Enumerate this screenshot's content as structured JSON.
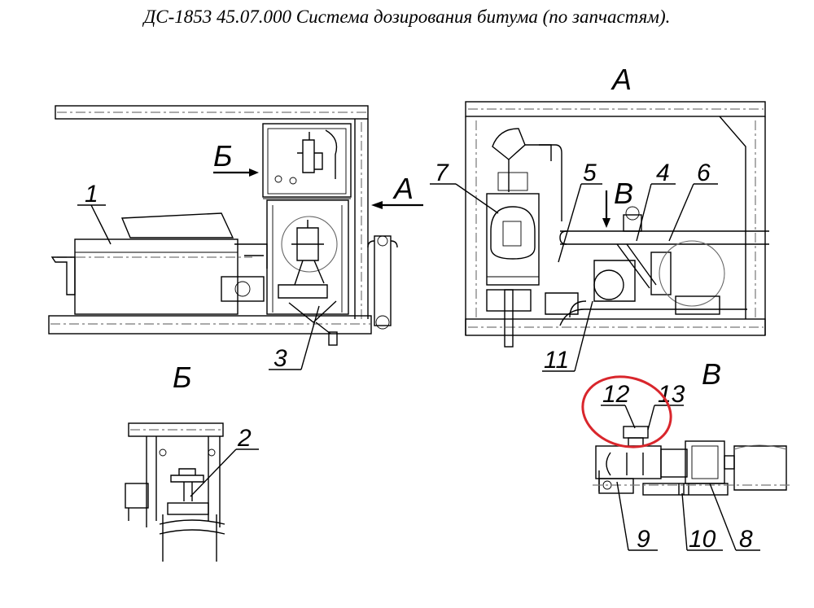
{
  "title": "ДС-1853 45.07.000 Система дозирования битума (по запчастям).",
  "view_labels": {
    "section_b_arrow": "Б",
    "view_a_arrow": "А",
    "view_a_title": "А",
    "view_b_title": "Б",
    "view_v_arrow": "В",
    "view_v_title": "В"
  },
  "callouts": {
    "n1": "1",
    "n2": "2",
    "n3": "3",
    "n4": "4",
    "n5": "5",
    "n6": "6",
    "n7": "7",
    "n8": "8",
    "n9": "9",
    "n10": "10",
    "n11": "11",
    "n12": "12",
    "n13": "13"
  },
  "colors": {
    "highlight": "#d9262c",
    "line": "#000000",
    "hidden": "#777777"
  }
}
